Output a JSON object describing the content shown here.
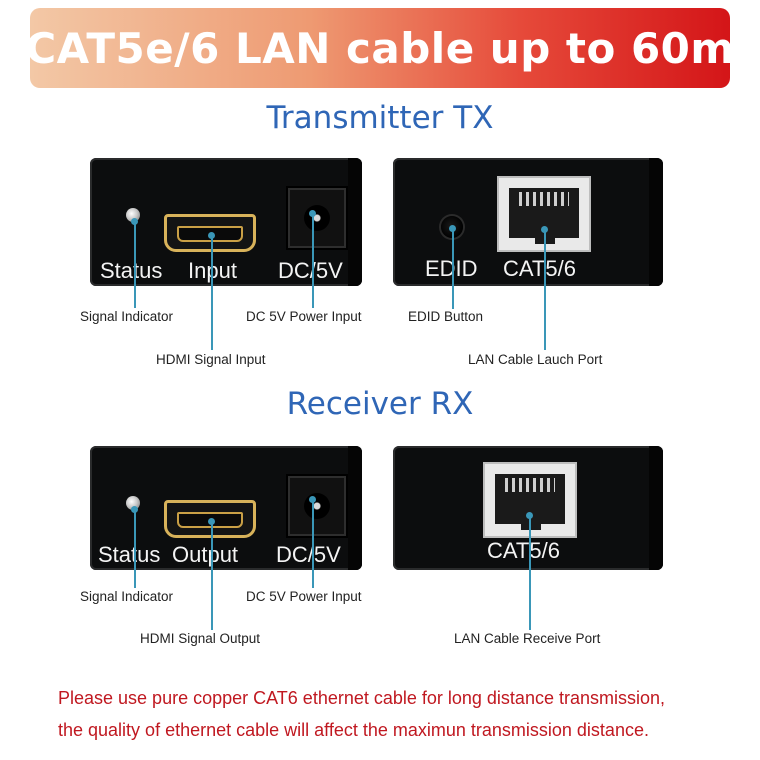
{
  "banner": {
    "title": "CAT5e/6 LAN cable up to 60m"
  },
  "transmitter": {
    "title": "Transmitter TX",
    "front_labels": {
      "status": "Status",
      "input": "Input",
      "dc": "DC/5V"
    },
    "back_labels": {
      "edid": "EDID",
      "cat": "CAT5/6"
    },
    "callouts": {
      "signal_indicator": "Signal Indicator",
      "dc_input": "DC 5V Power Input",
      "hdmi_input": "HDMI Signal Input",
      "edid_button": "EDID Button",
      "lan_port": "LAN Cable Lauch Port"
    }
  },
  "receiver": {
    "title": "Receiver RX",
    "front_labels": {
      "status": "Status",
      "output": "Output",
      "dc": "DC/5V"
    },
    "back_labels": {
      "cat": "CAT5/6"
    },
    "callouts": {
      "signal_indicator": "Signal Indicator",
      "dc_input": "DC 5V Power Input",
      "hdmi_output": "HDMI Signal Output",
      "lan_port": "LAN Cable Receive Port"
    }
  },
  "notes": {
    "line1": "Please use pure copper CAT6 ethernet cable for long distance transmission,",
    "line2": "the quality of ethernet cable will affect the maximun transmission distance."
  },
  "colors": {
    "title_blue": "#2f66b6",
    "note_red": "#c01820",
    "callout_teal": "#3a97b8"
  }
}
